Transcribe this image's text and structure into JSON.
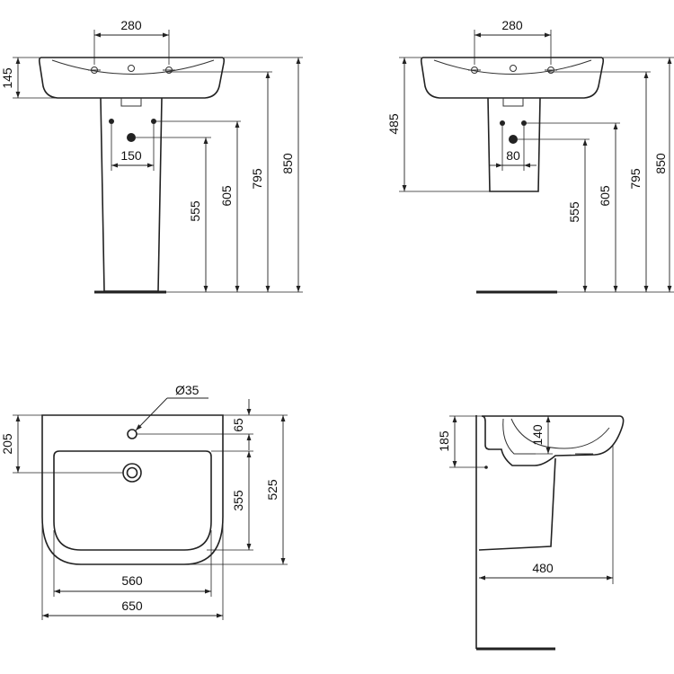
{
  "views": {
    "front_pedestal": {
      "tap_spacing": "280",
      "basin_height": "145",
      "pedestal_hole_spacing": "150",
      "waste_height": "555",
      "fixing_height": "605",
      "rim_underside_height": "795",
      "overall_height": "850"
    },
    "front_semi_pedestal": {
      "tap_spacing": "280",
      "semi_pedestal_height": "485",
      "hole_spacing": "80",
      "waste_height": "555",
      "fixing_height": "605",
      "rim_underside_height": "795",
      "overall_height": "850"
    },
    "plan": {
      "tap_hole_diameter": "Ø35",
      "tap_hole_offset": "65",
      "bowl_front_to_tap_hole": "205",
      "bowl_depth": "355",
      "overall_depth": "525",
      "bowl_width": "560",
      "overall_width": "650"
    },
    "side": {
      "basin_height": "185",
      "bowl_depth_side": "140",
      "projection": "480"
    }
  }
}
